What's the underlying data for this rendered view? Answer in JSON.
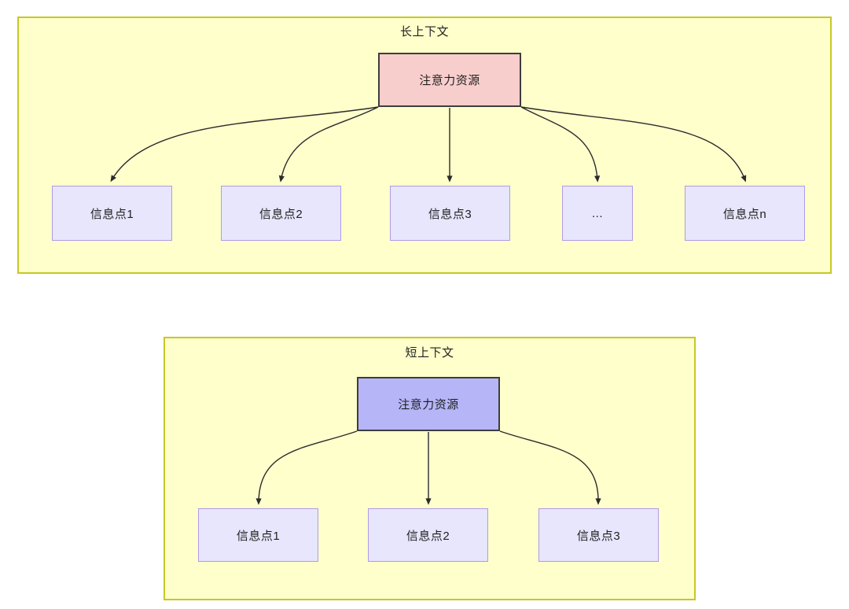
{
  "diagram": {
    "type": "flow-diagram",
    "colors": {
      "container_fill": "#ffffcc",
      "container_border": "#c7c727",
      "attention_long_fill": "#f8cecc",
      "attention_short_fill": "#b5b5f7",
      "attention_border": "#3d3d3d",
      "info_fill": "#e7e6fd",
      "info_border": "#b19ae8",
      "edge_stroke": "#2b2b2b",
      "text": "#1f1f1f"
    },
    "sections": [
      {
        "id": "long-context",
        "title": "长上下文",
        "root": {
          "label": "注意力资源"
        },
        "children": [
          {
            "label": "信息点1"
          },
          {
            "label": "信息点2"
          },
          {
            "label": "信息点3"
          },
          {
            "label": "..."
          },
          {
            "label": "信息点n"
          }
        ]
      },
      {
        "id": "short-context",
        "title": "短上下文",
        "root": {
          "label": "注意力资源"
        },
        "children": [
          {
            "label": "信息点1"
          },
          {
            "label": "信息点2"
          },
          {
            "label": "信息点3"
          }
        ]
      }
    ]
  }
}
